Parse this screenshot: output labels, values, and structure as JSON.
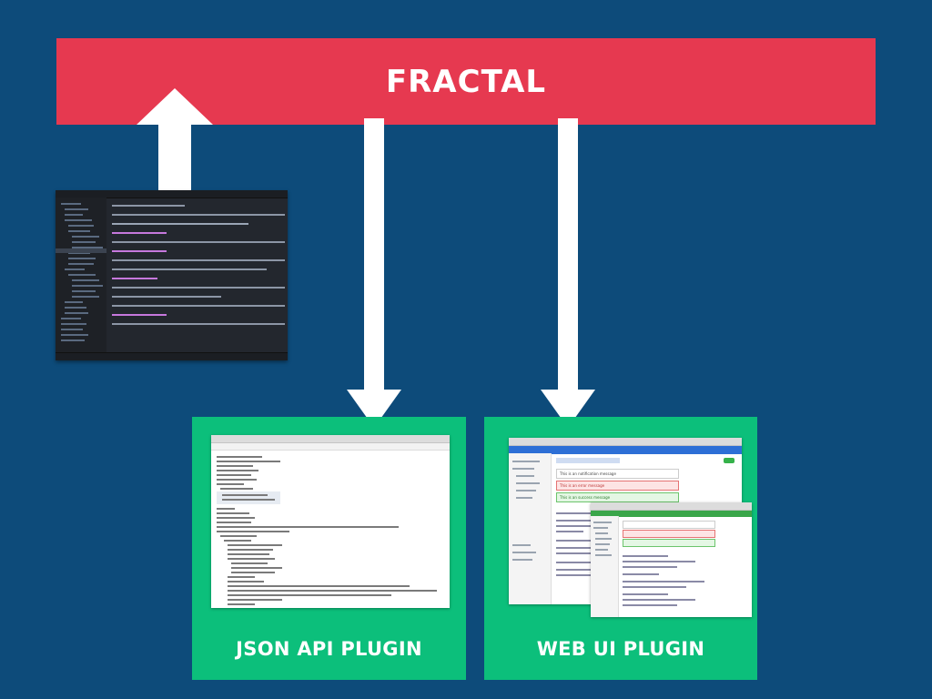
{
  "banner": {
    "title": "FRACTAL",
    "color": "#e63950"
  },
  "panels": {
    "json_api": {
      "label": "JSON API PLUGIN"
    },
    "web_ui": {
      "label": "WEB UI PLUGIN"
    },
    "color": "#0cbf7b"
  },
  "background_color": "#0d4b7a",
  "arrows": [
    {
      "name": "editor-to-fractal",
      "direction": "up"
    },
    {
      "name": "fractal-to-json-api",
      "direction": "down"
    },
    {
      "name": "fractal-to-web-ui",
      "direction": "down"
    }
  ],
  "web_ui_screens": {
    "messages": [
      "This is an notification message",
      "This is an error message",
      "This is an success message"
    ]
  }
}
